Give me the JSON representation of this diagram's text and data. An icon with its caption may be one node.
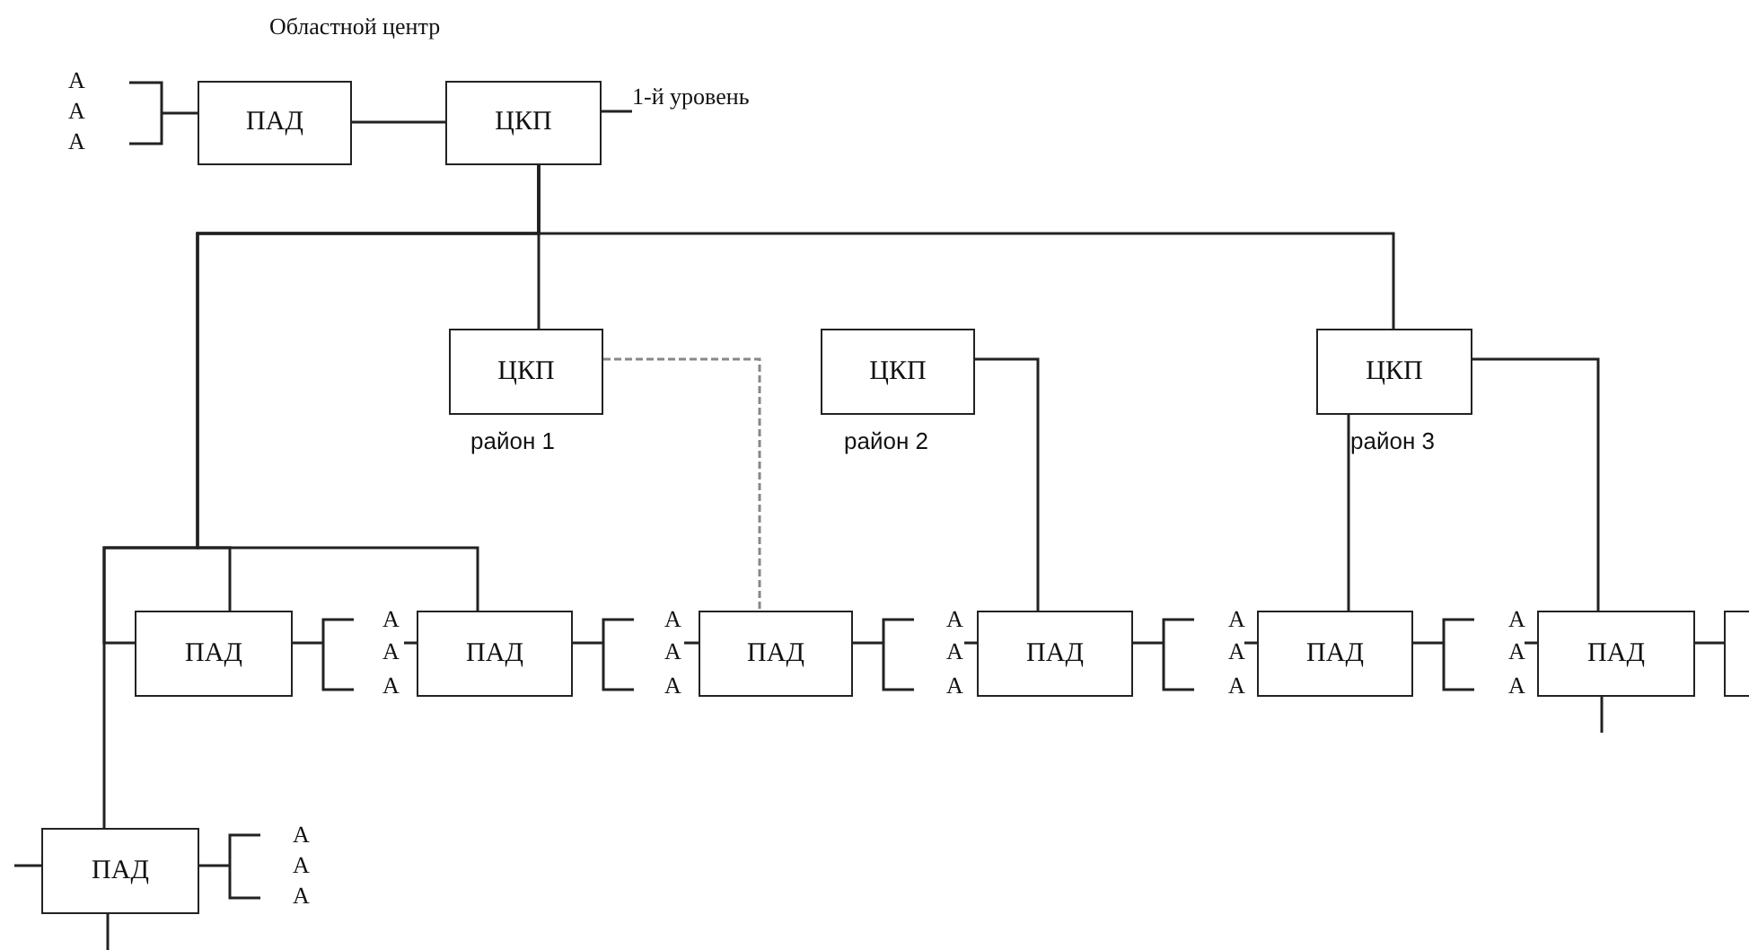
{
  "diagram": {
    "nodes": [
      {
        "text": [
          "ПАД"
        ]
      },
      {
        "text": [
          "ЦКП"
        ]
      },
      {
        "text": [
          "ЦКП"
        ],
        "beside": [
          "район 1"
        ]
      },
      {
        "text": [
          "ЦКП"
        ],
        "beside": [
          "район 2"
        ]
      },
      {
        "text": [
          "ЦКП"
        ],
        "beside": [
          "район 3"
        ]
      },
      {
        "text": [
          "ПАД"
        ]
      },
      {
        "text": [
          "ПАД"
        ]
      },
      {
        "text": [
          "ПАД"
        ]
      },
      {
        "text": [
          "ПАД"
        ]
      },
      {
        "text": [
          "ПАД"
        ]
      },
      {
        "text": [
          "ПАД"
        ]
      },
      {
        "text": [],
        "shape": "box"
      },
      {
        "text": [
          "ПАД"
        ]
      },
      {
        "text": [
          "1-й уровень"
        ]
      }
    ],
    "edges": [
      {
        "from": 0,
        "to": 1,
        "arrow": "none"
      },
      {
        "from": 1,
        "to": 13,
        "arrow": "none"
      },
      {
        "from": 1,
        "to": 2,
        "arrow": "none"
      },
      {
        "from": 1,
        "to": 4,
        "arrow": "none"
      },
      {
        "from": 1,
        "to": 5,
        "arrow": "none"
      },
      {
        "from": 1,
        "to": 6,
        "arrow": "none"
      },
      {
        "from": 1,
        "to": 12,
        "arrow": "none"
      },
      {
        "from": 2,
        "to": 7,
        "arrow": "none",
        "style": "dashed",
        "color": "#888888"
      },
      {
        "from": 3,
        "to": 8,
        "arrow": "none"
      },
      {
        "from": 4,
        "to": 9,
        "arrow": "none"
      },
      {
        "from": 4,
        "to": 10,
        "arrow": "none"
      },
      {
        "from": 10,
        "to": 11,
        "arrow": "none"
      },
      {
        "from": 10,
        "to": null,
        "arrow": "none"
      },
      {
        "from": 12,
        "to": null,
        "arrow": "none"
      },
      {
        "from": 12,
        "to": null,
        "arrow": "none"
      }
    ],
    "labels": [
      "Областной центр",
      "А",
      "А",
      "А",
      "А",
      "А",
      "А",
      "А",
      "А",
      "А",
      "А",
      "А",
      "А",
      "А",
      "А",
      "А",
      "А",
      "А",
      "А",
      "А",
      "А",
      "А"
    ]
  }
}
